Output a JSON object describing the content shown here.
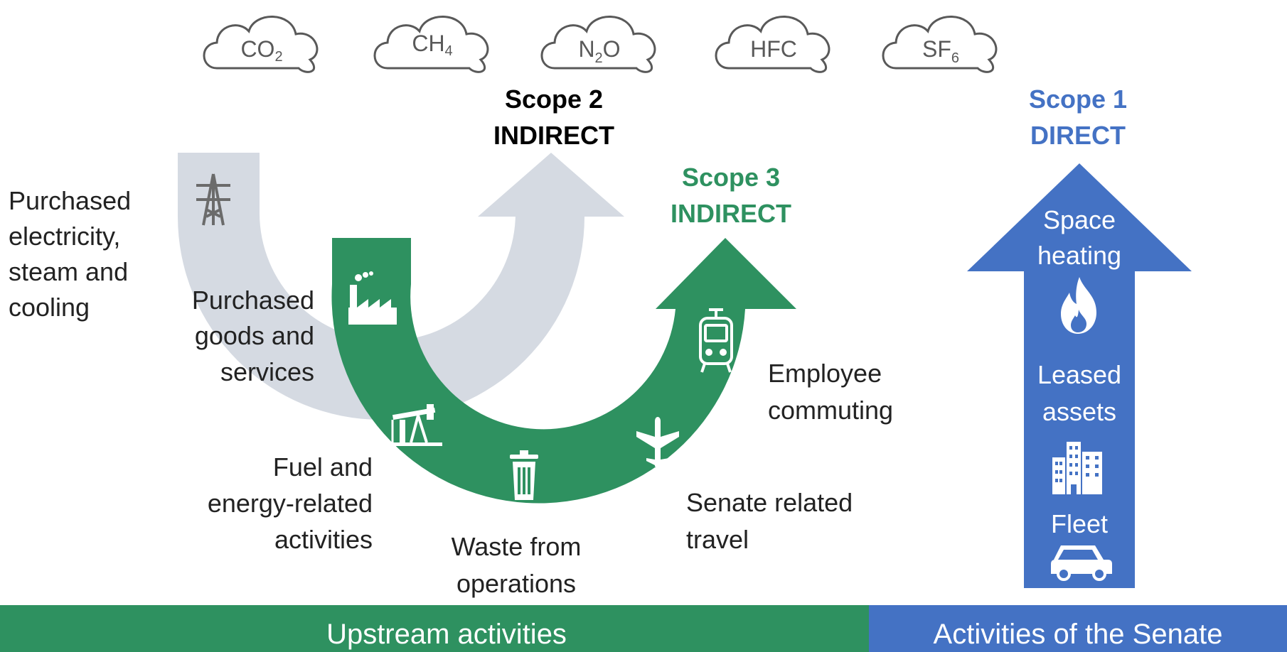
{
  "gases": [
    {
      "base": "CO",
      "sub": "2"
    },
    {
      "base": "CH",
      "sub": "4"
    },
    {
      "base": "N",
      "sub": "2",
      "tail": "O"
    },
    {
      "base": "HFC",
      "sub": ""
    },
    {
      "base": "SF",
      "sub": "6"
    }
  ],
  "scope2": {
    "line1": "Scope 2",
    "line2": "INDIRECT",
    "color": "#000000"
  },
  "scope3": {
    "line1": "Scope 3",
    "line2": "INDIRECT",
    "color": "#2e9160"
  },
  "scope1": {
    "line1": "Scope 1",
    "line2": "DIRECT",
    "color": "#4472c4"
  },
  "labels": {
    "purchased_electricity": [
      "Purchased",
      "electricity,",
      "steam and",
      "cooling"
    ],
    "purchased_goods": [
      "Purchased",
      "goods and",
      "services"
    ],
    "fuel_energy": [
      "Fuel and",
      "energy-related",
      "activities"
    ],
    "waste": [
      "Waste from",
      "operations"
    ],
    "senate_travel": [
      "Senate related",
      "travel"
    ],
    "employee_commuting": [
      "Employee",
      "commuting"
    ],
    "space_heating": [
      "Space",
      "heating"
    ],
    "leased_assets": [
      "Leased",
      "assets"
    ],
    "fleet": "Fleet"
  },
  "footer": {
    "upstream": "Upstream activities",
    "senate": "Activities of the Senate"
  },
  "colors": {
    "green": "#2e9160",
    "blue": "#4472c4",
    "grey_arrow": "#d5dae2",
    "cloud_stroke": "#595959"
  }
}
